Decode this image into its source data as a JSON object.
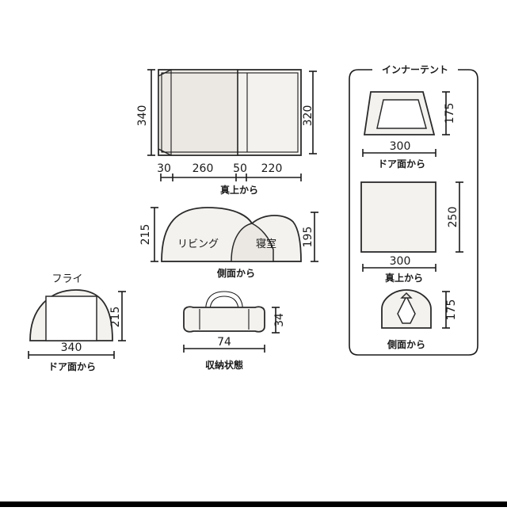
{
  "top_view": {
    "height_left": "340",
    "height_right": "320",
    "widths": [
      "30",
      "260",
      "50",
      "220"
    ],
    "caption": "真上から"
  },
  "side_view": {
    "height_left": "215",
    "height_right": "195",
    "label_living": "リビング",
    "label_bedroom": "寝室",
    "caption": "側面から"
  },
  "fly": {
    "title": "フライ",
    "height": "215",
    "width": "340",
    "caption": "ドア面から"
  },
  "storage": {
    "height": "34",
    "width": "74",
    "caption": "収納状態"
  },
  "inner_tent": {
    "title": "インナーテント",
    "door": {
      "height": "175",
      "width": "300",
      "caption": "ドア面から"
    },
    "top": {
      "height": "250",
      "width": "300",
      "caption": "真上から"
    },
    "side": {
      "height": "175",
      "caption": "側面から"
    }
  }
}
